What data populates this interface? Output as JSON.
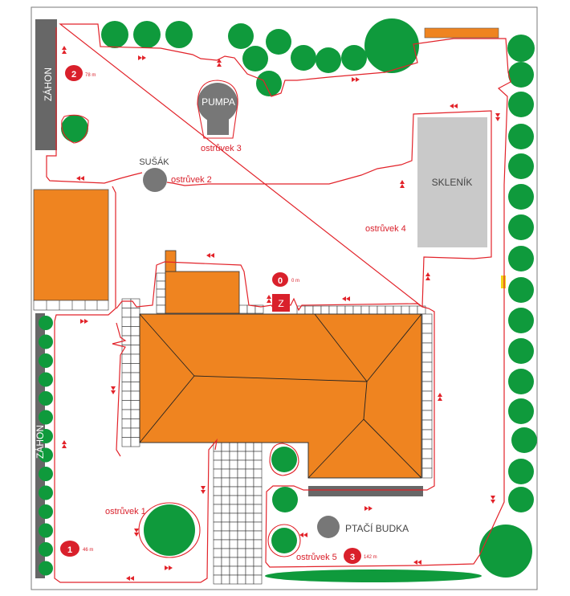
{
  "labels": {
    "zahon_top": "ZÁHON",
    "zahon_bottom": "ZÁHON",
    "pumpa": "PUMPA",
    "susak": "SUŠÁK",
    "sklenik": "SKLENÍK",
    "ptaci_budka": "PTAČÍ BUDKA",
    "z_marker": "Z"
  },
  "islands": {
    "i1": "ostrůvek 1",
    "i2": "ostrůvek 2",
    "i3": "ostrůvek 3",
    "i4": "ostrůvek 4",
    "i5": "ostrůvek 5"
  },
  "markers": [
    {
      "number": "0",
      "distance": "0 m"
    },
    {
      "number": "1",
      "distance": "46 m"
    },
    {
      "number": "2",
      "distance": "78 m"
    },
    {
      "number": "3",
      "distance": "142 m"
    }
  ],
  "colors": {
    "house": "#ef8420",
    "tree": "#0f9a3c",
    "wire": "#e2232a",
    "bed": "#676767",
    "object": "#777777",
    "greenhouse": "#c9c9c9",
    "marker": "#d9202b"
  },
  "icons": {
    "arrow": "double-chevron",
    "start": "charging-station"
  }
}
